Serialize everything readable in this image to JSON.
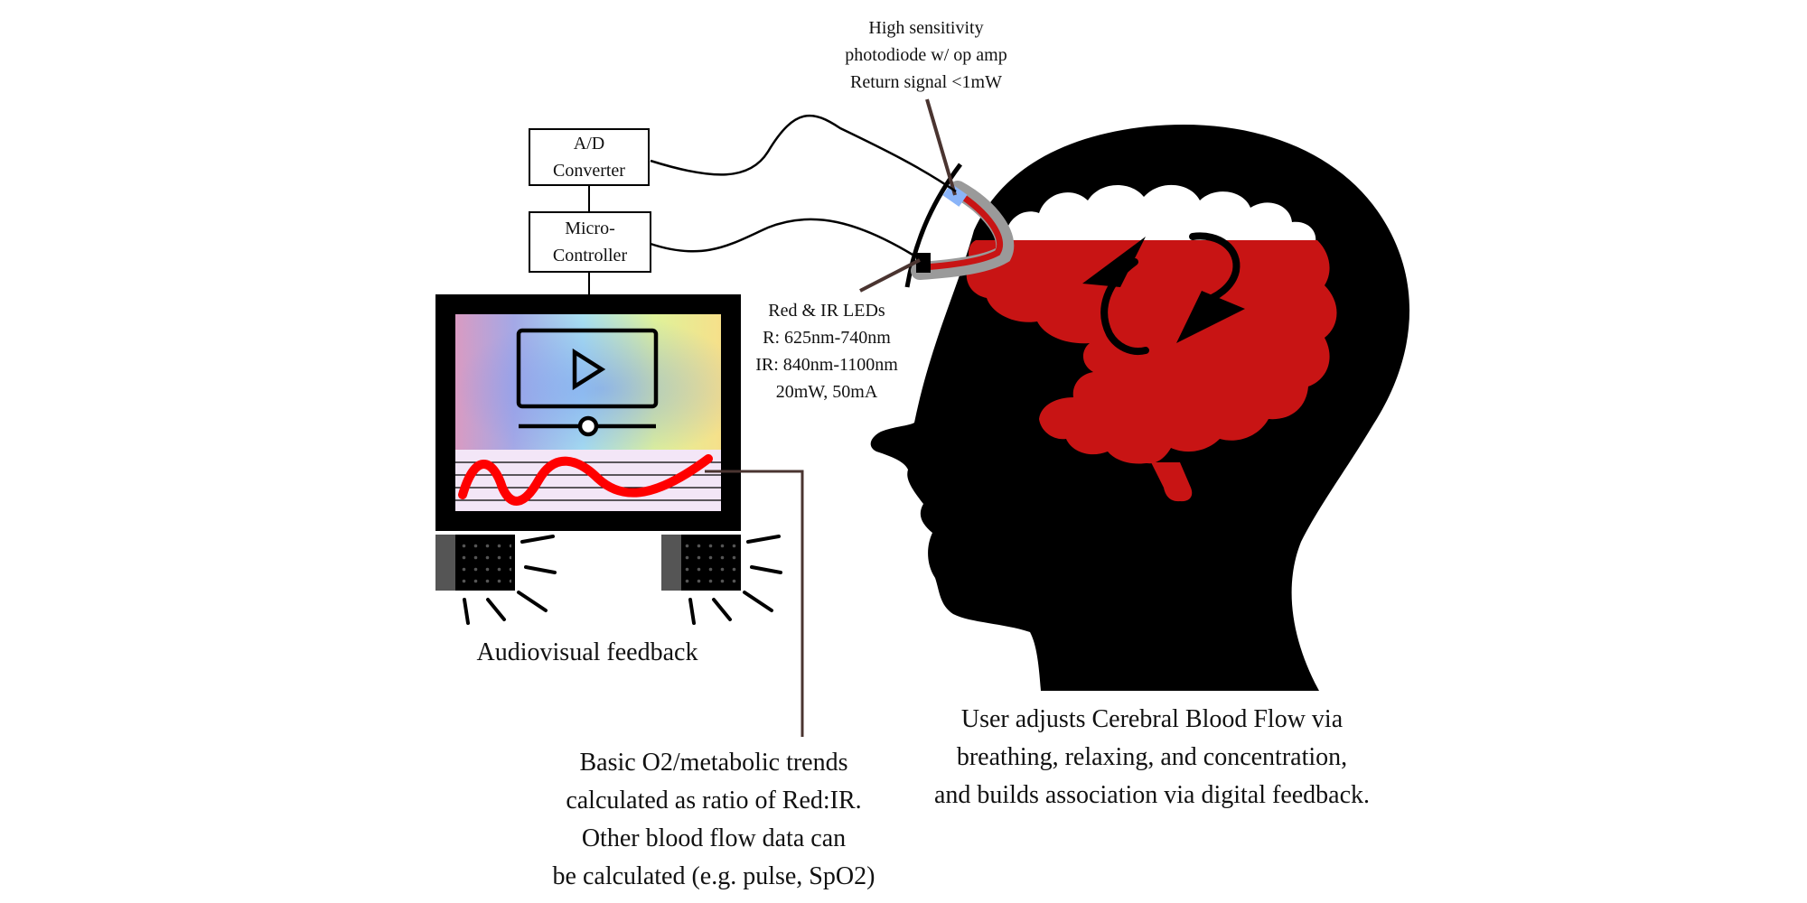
{
  "labels": {
    "ad_converter": [
      "A/D",
      "Converter"
    ],
    "micro_controller": [
      "Micro-",
      "Controller"
    ],
    "photodiode": [
      "High sensitivity",
      "photodiode w/ op amp",
      "Return signal <1mW"
    ],
    "leds": [
      "Red & IR LEDs",
      "R: 625nm-740nm",
      "IR: 840nm-1100nm",
      "20mW, 50mA"
    ],
    "audiovisual": "Audiovisual feedback",
    "trends": [
      "Basic O2/metabolic trends",
      "calculated as ratio of Red:IR.",
      "Other blood flow data can",
      "be calculated (e.g. pulse, SpO2)"
    ],
    "user": [
      "User adjusts Cerebral Blood Flow via",
      "breathing, relaxing, and concentration,",
      "and builds association via digital feedback."
    ]
  },
  "colors": {
    "head": "#000000",
    "brain_blood": "#c81414",
    "wave": "#ff0000",
    "led_blue": "#8ab4f8",
    "band_gray": "#9a9a9a",
    "leader_line": "#4a3430",
    "graph_bg": "#f3e6f7"
  },
  "icons": {
    "monitor_play": "play-screen-icon",
    "speaker": "speaker-icon",
    "circular_arrows": "refresh-arrows-icon"
  }
}
